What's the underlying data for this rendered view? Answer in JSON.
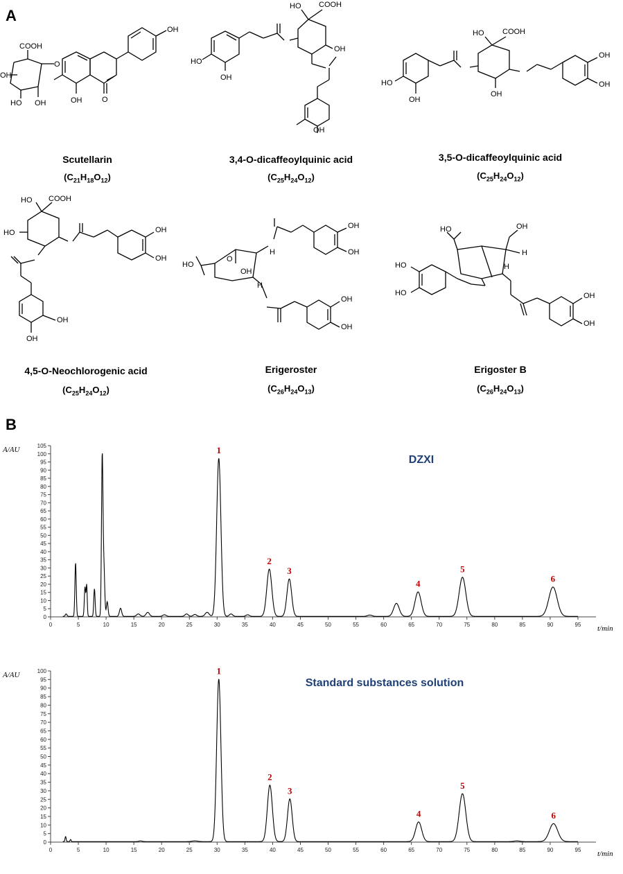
{
  "panels": {
    "a": "A",
    "b": "B"
  },
  "compounds": [
    {
      "name": "Scutellarin",
      "formula": [
        "C",
        "21",
        "H",
        "18",
        "O",
        "12"
      ],
      "atoms": [
        "COOH",
        "OH",
        "HO",
        "OH",
        "O",
        "OH",
        "OH",
        "O"
      ]
    },
    {
      "name": "3,4-O-dicaffeoylquinic acid",
      "formula": [
        "C",
        "25",
        "H",
        "24",
        "O",
        "12"
      ],
      "atoms": [
        "HO",
        "COOH",
        "OH",
        "HO",
        "OH",
        "OH"
      ]
    },
    {
      "name": "3,5-O-dicaffeoylquinic acid",
      "formula": [
        "C",
        "25",
        "H",
        "24",
        "O",
        "12"
      ],
      "atoms": [
        "HO",
        "COOH",
        "OH",
        "OH",
        "HO",
        "OH",
        "OH"
      ]
    },
    {
      "name": "4,5-O-Neochlorogenic acid",
      "formula": [
        "C",
        "25",
        "H",
        "24",
        "O",
        "12"
      ],
      "atoms": [
        "HO",
        "COOH",
        "HO",
        "OH",
        "OH",
        "OH",
        "OH"
      ]
    },
    {
      "name": "Erigeroster",
      "formula": [
        "C",
        "26",
        "H",
        "24",
        "O",
        "13"
      ],
      "atoms": [
        "HO",
        "O",
        "OH",
        "H",
        "H",
        "OH",
        "OH",
        "OH",
        "OH"
      ]
    },
    {
      "name": "Erigoster B",
      "formula": [
        "C",
        "26",
        "H",
        "24",
        "O",
        "13"
      ],
      "atoms": [
        "OH",
        "HO",
        "H",
        "H",
        "HO",
        "HO",
        "OH",
        "OH"
      ]
    }
  ],
  "chart_data": [
    {
      "type": "line",
      "title": "DZXI",
      "ylabel": "A/AU",
      "xlabel": "t/min",
      "ylim": [
        0,
        105
      ],
      "xlim": [
        0,
        97
      ],
      "yticks": [
        "0",
        "5",
        "10",
        "15",
        "20",
        "25",
        "30",
        "35",
        "40",
        "45",
        "50",
        "55",
        "60",
        "65",
        "70",
        "75",
        "80",
        "85",
        "90",
        "95",
        "100",
        "105"
      ],
      "xticks": [
        "0",
        "5",
        "10",
        "15",
        "20",
        "25",
        "30",
        "35",
        "40",
        "45",
        "50",
        "55",
        "60",
        "65",
        "70",
        "75",
        "80",
        "85",
        "90",
        "95"
      ],
      "peak_labels": [
        {
          "label": "1",
          "x": 30.3,
          "y": 97
        },
        {
          "label": "2",
          "x": 39.4,
          "y": 29
        },
        {
          "label": "3",
          "x": 43.0,
          "y": 23
        },
        {
          "label": "4",
          "x": 66.2,
          "y": 15
        },
        {
          "label": "5",
          "x": 74.2,
          "y": 24
        },
        {
          "label": "6",
          "x": 90.5,
          "y": 18
        }
      ],
      "peaks": [
        [
          2.8,
          1.5,
          0.15
        ],
        [
          4.5,
          33,
          0.12
        ],
        [
          6.2,
          18,
          0.12
        ],
        [
          6.5,
          19,
          0.1
        ],
        [
          7.9,
          17,
          0.12
        ],
        [
          9.3,
          97,
          0.13
        ],
        [
          9.6,
          30,
          0.15
        ],
        [
          10.2,
          9,
          0.15
        ],
        [
          12.6,
          5,
          0.2
        ],
        [
          15.8,
          1.5,
          0.3
        ],
        [
          17.5,
          2.5,
          0.3
        ],
        [
          20.5,
          1,
          0.3
        ],
        [
          24.5,
          1.5,
          0.3
        ],
        [
          26,
          1.2,
          0.3
        ],
        [
          28.2,
          2.5,
          0.35
        ],
        [
          30.3,
          97,
          0.38
        ],
        [
          32.5,
          1.5,
          0.3
        ],
        [
          35.5,
          1,
          0.3
        ],
        [
          39.4,
          29,
          0.45
        ],
        [
          43.0,
          23,
          0.42
        ],
        [
          57.5,
          0.8,
          0.4
        ],
        [
          62.3,
          8,
          0.5
        ],
        [
          66.2,
          15,
          0.55
        ],
        [
          74.2,
          24,
          0.6
        ],
        [
          90.5,
          18,
          0.75
        ]
      ]
    },
    {
      "type": "line",
      "title": "Standard substances solution",
      "ylabel": "A/AU",
      "xlabel": "t/min",
      "ylim": [
        0,
        100
      ],
      "xlim": [
        0,
        97
      ],
      "yticks": [
        "0",
        "5",
        "10",
        "15",
        "20",
        "25",
        "30",
        "35",
        "40",
        "45",
        "50",
        "55",
        "60",
        "65",
        "70",
        "75",
        "80",
        "85",
        "90",
        "95",
        "100"
      ],
      "xticks": [
        "0",
        "5",
        "10",
        "15",
        "20",
        "25",
        "30",
        "35",
        "40",
        "45",
        "50",
        "55",
        "60",
        "65",
        "70",
        "75",
        "80",
        "85",
        "90",
        "95"
      ],
      "peak_labels": [
        {
          "label": "1",
          "x": 30.3,
          "y": 95
        },
        {
          "label": "2",
          "x": 39.5,
          "y": 33
        },
        {
          "label": "3",
          "x": 43.1,
          "y": 25
        },
        {
          "label": "4",
          "x": 66.3,
          "y": 11.5
        },
        {
          "label": "5",
          "x": 74.2,
          "y": 28
        },
        {
          "label": "6",
          "x": 90.6,
          "y": 10.5
        }
      ],
      "peaks": [
        [
          2.7,
          3,
          0.1
        ],
        [
          3.6,
          1.2,
          0.1
        ],
        [
          16.2,
          0.4,
          0.3
        ],
        [
          26,
          0.4,
          0.5
        ],
        [
          30.3,
          95,
          0.38
        ],
        [
          39.5,
          33,
          0.45
        ],
        [
          43.1,
          25,
          0.42
        ],
        [
          66.3,
          11.5,
          0.55
        ],
        [
          74.2,
          28,
          0.6
        ],
        [
          84,
          0.4,
          0.5
        ],
        [
          90.6,
          10.5,
          0.75
        ]
      ]
    }
  ],
  "colors": {
    "peak_label": "#c00000",
    "chart_title": "#1f3f78",
    "trace": "#000000"
  }
}
